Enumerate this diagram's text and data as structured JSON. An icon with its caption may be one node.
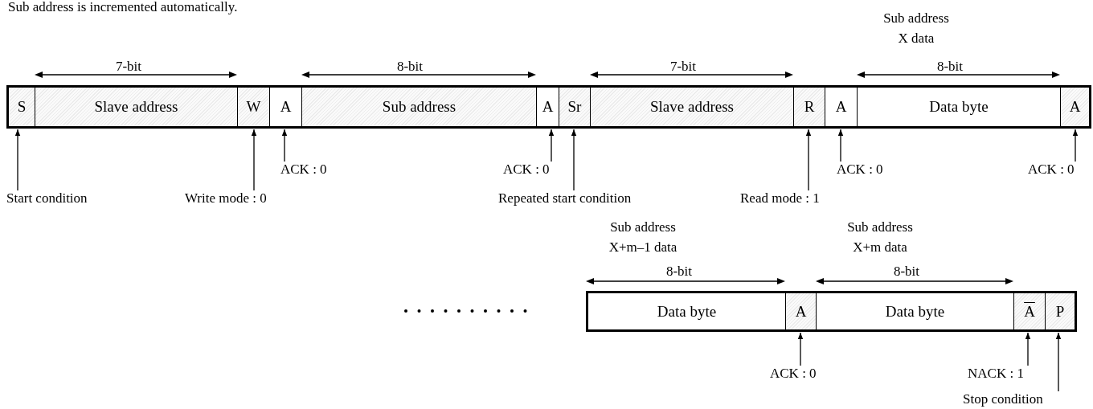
{
  "diagram": {
    "nodes": [
      {
        "text": [
          "S"
        ]
      },
      {
        "text": [
          "Slave address"
        ]
      },
      {
        "text": [
          "W"
        ]
      },
      {
        "text": [
          "A"
        ]
      },
      {
        "text": [
          "Sub address"
        ]
      },
      {
        "text": [
          "A"
        ]
      },
      {
        "text": [
          "Sr"
        ]
      },
      {
        "text": [
          "Slave address"
        ]
      },
      {
        "text": [
          "R"
        ]
      },
      {
        "text": [
          "A"
        ]
      },
      {
        "text": [
          "Data byte"
        ]
      },
      {
        "text": [
          "A"
        ]
      },
      {
        "text": [
          "ACK : 0"
        ]
      },
      {
        "text": [
          "ACK : 0"
        ]
      },
      {
        "text": [
          "ACK : 0"
        ]
      },
      {
        "text": [
          "ACK : 0"
        ]
      },
      {
        "text": [
          "Start condition"
        ]
      },
      {
        "text": [
          "Write mode : 0"
        ]
      },
      {
        "text": [
          "Repeated start condition"
        ]
      },
      {
        "text": [
          "Read mode : 1"
        ]
      },
      {
        "text": [
          "Data byte"
        ]
      },
      {
        "text": [
          "A"
        ]
      },
      {
        "text": [
          "Data byte"
        ]
      },
      {
        "text": [
          "A"
        ]
      },
      {
        "text": [
          "P"
        ]
      },
      {
        "text": [
          "ACK : 0"
        ]
      },
      {
        "text": [
          "NACK : 1"
        ]
      },
      {
        "text": [
          "Stop condition"
        ]
      }
    ],
    "edges": [
      {
        "from": 16,
        "to": 0,
        "arrow": "to"
      },
      {
        "from": 17,
        "to": 2,
        "arrow": "to"
      },
      {
        "from": 12,
        "to": 3,
        "arrow": "to"
      },
      {
        "from": 13,
        "to": 5,
        "arrow": "to"
      },
      {
        "from": 18,
        "to": 6,
        "arrow": "to"
      },
      {
        "from": 19,
        "to": 8,
        "arrow": "to"
      },
      {
        "from": 14,
        "to": 9,
        "arrow": "to"
      },
      {
        "from": 15,
        "to": 11,
        "arrow": "to"
      },
      {
        "from": 25,
        "to": 21,
        "arrow": "to"
      },
      {
        "from": 26,
        "to": 23,
        "arrow": "to"
      },
      {
        "from": 27,
        "to": 24,
        "arrow": "to"
      }
    ],
    "labels": [
      "Sub address is incremented automatically.",
      "Sub address X data",
      "7-bit",
      "8-bit",
      "7-bit",
      "8-bit",
      "Sub address X+m–1 data",
      "Sub address X+m data",
      "8-bit",
      "8-bit"
    ]
  }
}
